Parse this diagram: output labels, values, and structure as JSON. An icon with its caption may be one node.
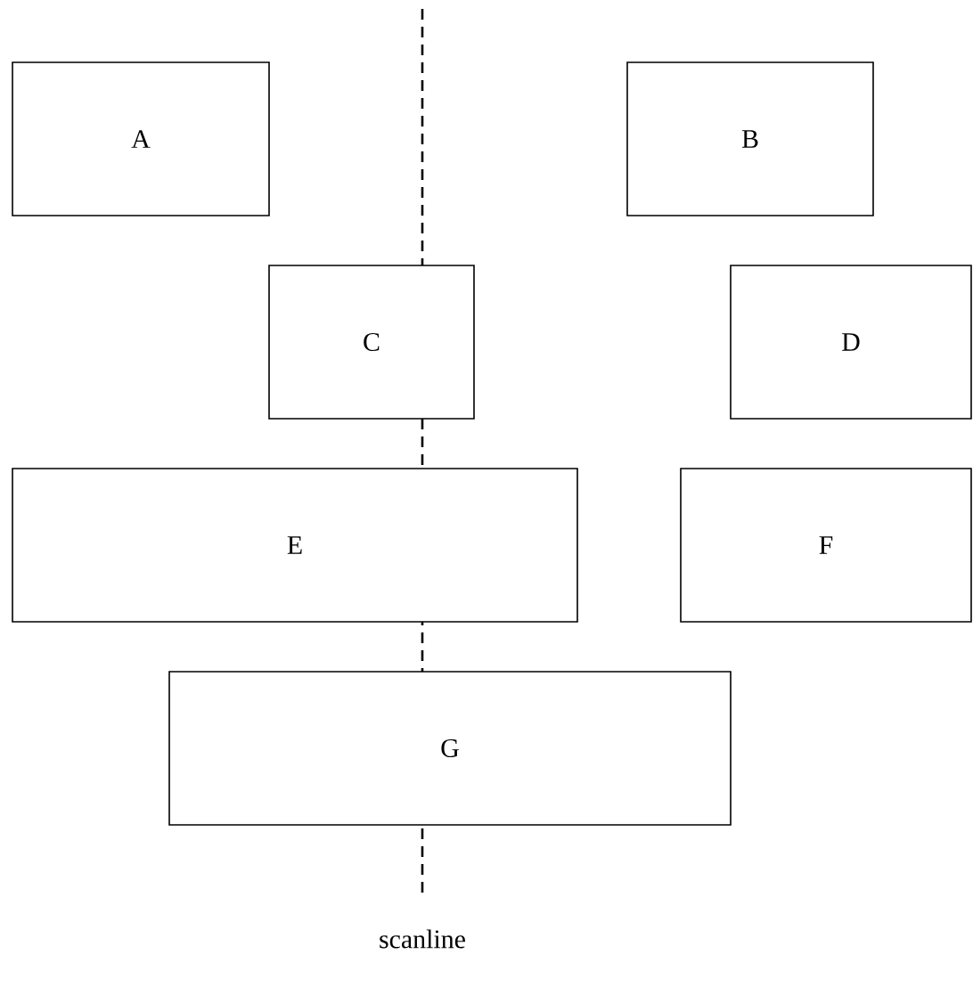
{
  "diagram": {
    "nodes": [
      {
        "text": [
          "A"
        ]
      },
      {
        "text": [
          "B"
        ]
      },
      {
        "text": [
          "C"
        ]
      },
      {
        "text": [
          "D"
        ]
      },
      {
        "text": [
          "E"
        ]
      },
      {
        "text": [
          "F"
        ]
      },
      {
        "text": [
          "G"
        ]
      }
    ],
    "labels": [
      "scanline"
    ]
  }
}
